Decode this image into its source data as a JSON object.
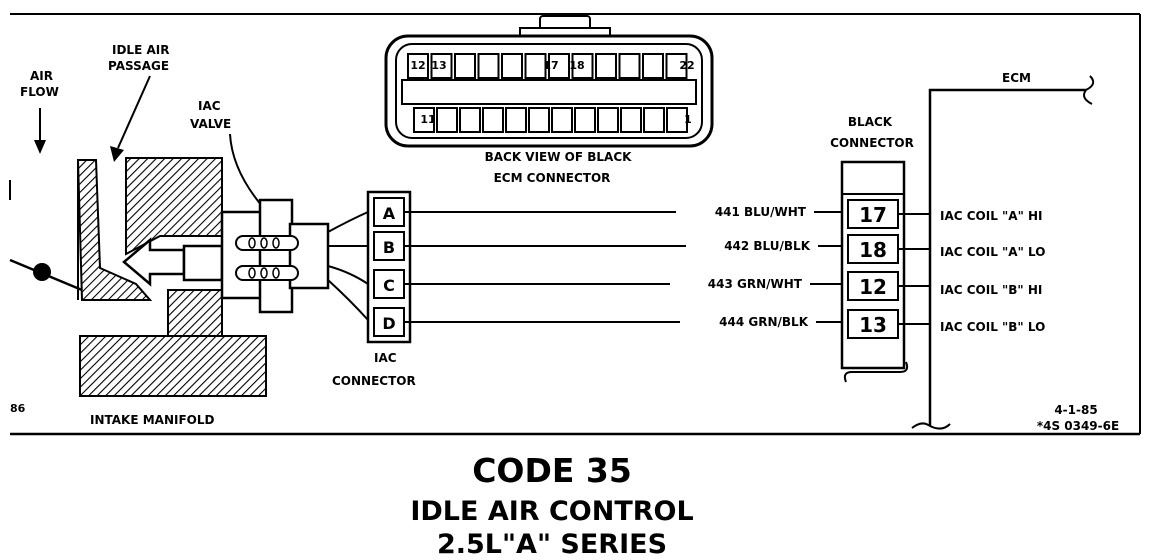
{
  "labels": {
    "air_flow_1": "AIR",
    "air_flow_2": "FLOW",
    "idle_air_1": "IDLE AIR",
    "idle_air_2": "PASSAGE",
    "iac_valve_1": "IAC",
    "iac_valve_2": "VALVE",
    "iac_connector_1": "IAC",
    "iac_connector_2": "CONNECTOR",
    "intake_manifold": "INTAKE MANIFOLD",
    "corner_code": "86",
    "back_view_1": "BACK VIEW OF BLACK",
    "back_view_2": "ECM CONNECTOR",
    "black_connector_1": "BLACK",
    "black_connector_2": "CONNECTOR",
    "ecm": "ECM",
    "date": "4-1-85",
    "part_number": "*4S 0349-6E"
  },
  "ecm_pins": {
    "p12": "12",
    "p13": "13",
    "p17": "17",
    "p18": "18",
    "p22": "22",
    "p11": "11",
    "p1": "1"
  },
  "iac_connector_pins": [
    "A",
    "B",
    "C",
    "D"
  ],
  "circuits": [
    {
      "wire": "441 BLU/WHT",
      "pin": "17",
      "function": "IAC COIL \"A\" HI"
    },
    {
      "wire": "442 BLU/BLK",
      "pin": "18",
      "function": "IAC COIL \"A\" LO"
    },
    {
      "wire": "443 GRN/WHT",
      "pin": "12",
      "function": "IAC COIL \"B\" HI"
    },
    {
      "wire": "444 GRN/BLK",
      "pin": "13",
      "function": "IAC COIL \"B\" LO"
    }
  ],
  "title": {
    "line1": "CODE 35",
    "line2": "IDLE AIR CONTROL",
    "line3": "2.5L\"A\" SERIES"
  }
}
